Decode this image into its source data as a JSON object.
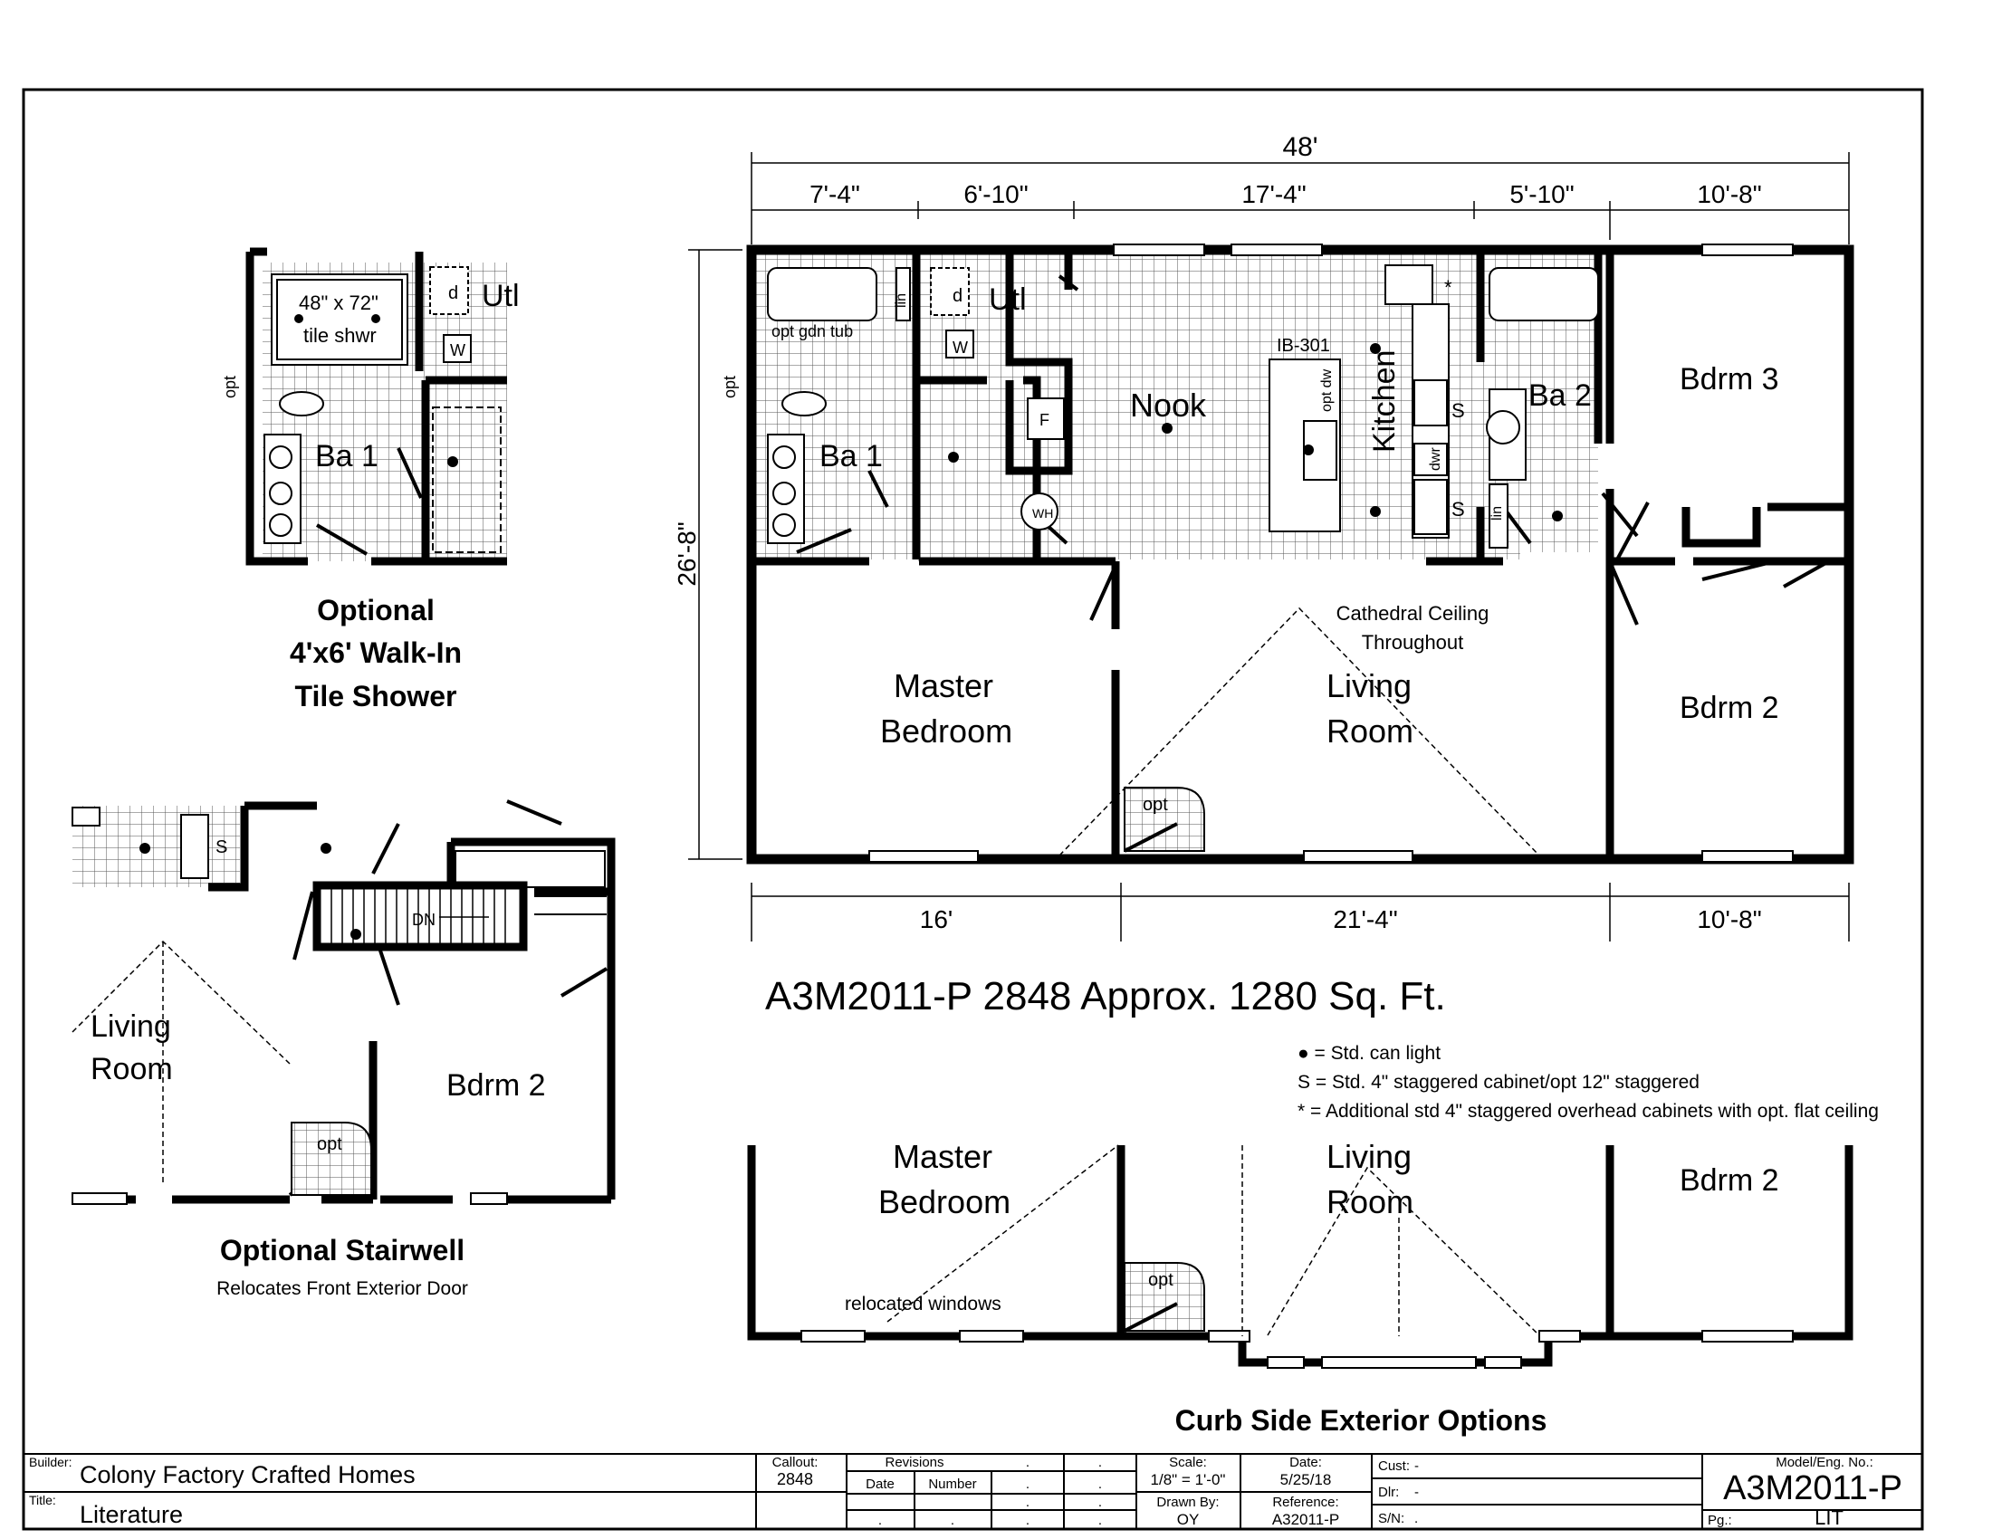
{
  "colors": {
    "ink": "#000000",
    "paper": "#ffffff",
    "grid": "#555555"
  },
  "main_plan": {
    "dims_top": {
      "overall": "48'",
      "segments": [
        "7'-4\"",
        "6'-10\"",
        "17'-4\"",
        "5'-10\"",
        "10'-8\""
      ]
    },
    "dims_bottom": [
      "16'",
      "21'-4\"",
      "10'-8\""
    ],
    "dim_side": "26'-8\"",
    "opt_side": "opt",
    "rooms": {
      "nook": "Nook",
      "kitchen": "Kitchen",
      "ba1": "Ba 1",
      "ba2": "Ba 2",
      "bdrm3": "Bdrm 3",
      "bdrm2": "Bdrm 2",
      "master_line1": "Master",
      "master_line2": "Bedroom",
      "living_line1": "Living",
      "living_line2": "Room",
      "utl": "Utl"
    },
    "labels": {
      "opt_gdn_tub": "opt gdn tub",
      "ib": "IB-301",
      "opt_dw": "opt dw",
      "dwr": "dwr",
      "s": "S",
      "star": "*",
      "lin": "lin",
      "d": "d",
      "w": "W",
      "wh": "WH",
      "f": "F",
      "opt_fireplace": "opt",
      "ceiling_line1": "Cathedral Ceiling",
      "ceiling_line2": "Throughout"
    }
  },
  "model_title": "A3M2011-P 2848 Approx. 1280 Sq. Ft.",
  "legend": [
    "● = Std. can light",
    "S = Std. 4\" staggered cabinet/opt 12\" staggered",
    "* = Additional std 4\" staggered overhead cabinets with opt. flat ceiling"
  ],
  "shower_option": {
    "shower_line1": "48\" x 72\"",
    "shower_line2": "tile shwr",
    "ba1": "Ba 1",
    "utl": "Utl",
    "d": "d",
    "w": "W",
    "opt": "opt",
    "caption_lines": [
      "Optional",
      "4'x6' Walk-In",
      "Tile Shower"
    ]
  },
  "stair_option": {
    "living_line1": "Living",
    "living_line2": "Room",
    "bdrm2": "Bdrm 2",
    "dn": "DN",
    "opt": "opt",
    "s": "S",
    "caption": "Optional Stairwell",
    "subcaption": "Relocates Front Exterior Door"
  },
  "curb_option": {
    "master_line1": "Master",
    "master_line2": "Bedroom",
    "living_line1": "Living",
    "living_line2": "Room",
    "bdrm2": "Bdrm 2",
    "opt": "opt",
    "relocated": "relocated windows",
    "caption": "Curb Side Exterior Options"
  },
  "title_block": {
    "builder_label": "Builder:",
    "builder": "Colony Factory Crafted Homes",
    "title_label": "Title:",
    "title": "Literature",
    "callout_label": "Callout:",
    "callout": "2848",
    "revisions_label": "Revisions",
    "date_col": "Date",
    "number_col": "Number",
    "dot": ".",
    "scale_label": "Scale:",
    "scale": "1/8\" = 1'-0\"",
    "date_label": "Date:",
    "date": "5/25/18",
    "drawn_label": "Drawn By:",
    "drawn": "OY",
    "reference_label": "Reference:",
    "reference": "A32011-P",
    "cust_label": "Cust:",
    "cust": "-",
    "dlr_label": "Dlr:",
    "dlr": "-",
    "sn_label": "S/N:",
    "sn": ".",
    "model_label": "Model/Eng. No.:",
    "model": "A3M2011-P",
    "pg_label": "Pg.:",
    "pg": "LIT"
  }
}
